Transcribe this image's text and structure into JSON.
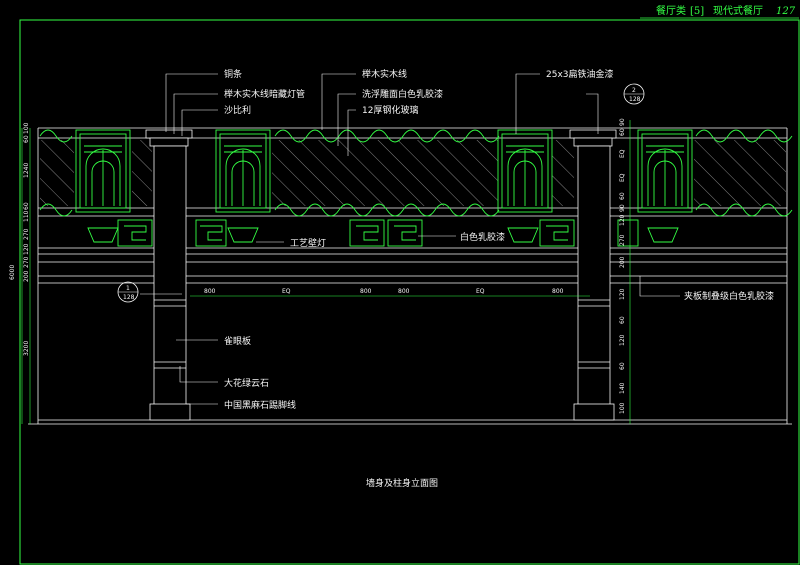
{
  "header": {
    "category": "餐厅类",
    "section": "[5]",
    "subject": "现代式餐厅",
    "page": "127"
  },
  "labels": {
    "copper_strip": "铜条",
    "beech_line_hidden_light": "榉木实木线暗藏灯管",
    "sapele": "沙比利",
    "beech_line": "榉木实木线",
    "carved_white_latex": "洗浮雕面白色乳胶漆",
    "tempered_glass": "12厚钢化玻璃",
    "flat_iron_gold": "25x3扁铁油金漆",
    "craft_wall_light": "工艺壁灯",
    "white_latex": "白色乳胶漆",
    "plywood_white_latex": "夹板制叠级白色乳胶漆",
    "sparrow_board": "雀眼板",
    "marble": "大花绿云石",
    "black_granite_skirting": "中国黑麻石踢脚线"
  },
  "callouts": [
    {
      "num": "2",
      "sheet": "128"
    },
    {
      "num": "1",
      "sheet": "128"
    }
  ],
  "dims_left": [
    "100",
    "60",
    "1240",
    "60",
    "110",
    "270",
    "120",
    "270",
    "200",
    "3200",
    "6000"
  ],
  "dims_right": [
    "90",
    "60",
    "EQ",
    "EQ",
    "60",
    "90",
    "120",
    "270",
    "200",
    "120",
    "60",
    "120",
    "60",
    "140",
    "100"
  ],
  "dims_top": [
    "800",
    "EQ",
    "800",
    "800",
    "EQ",
    "800"
  ],
  "caption": "墙身及柱身立面图",
  "colors": {
    "line_green": "#33ff44",
    "line_white": "#f5f5f5",
    "title_green": "#33ff44",
    "background": "#000000"
  }
}
